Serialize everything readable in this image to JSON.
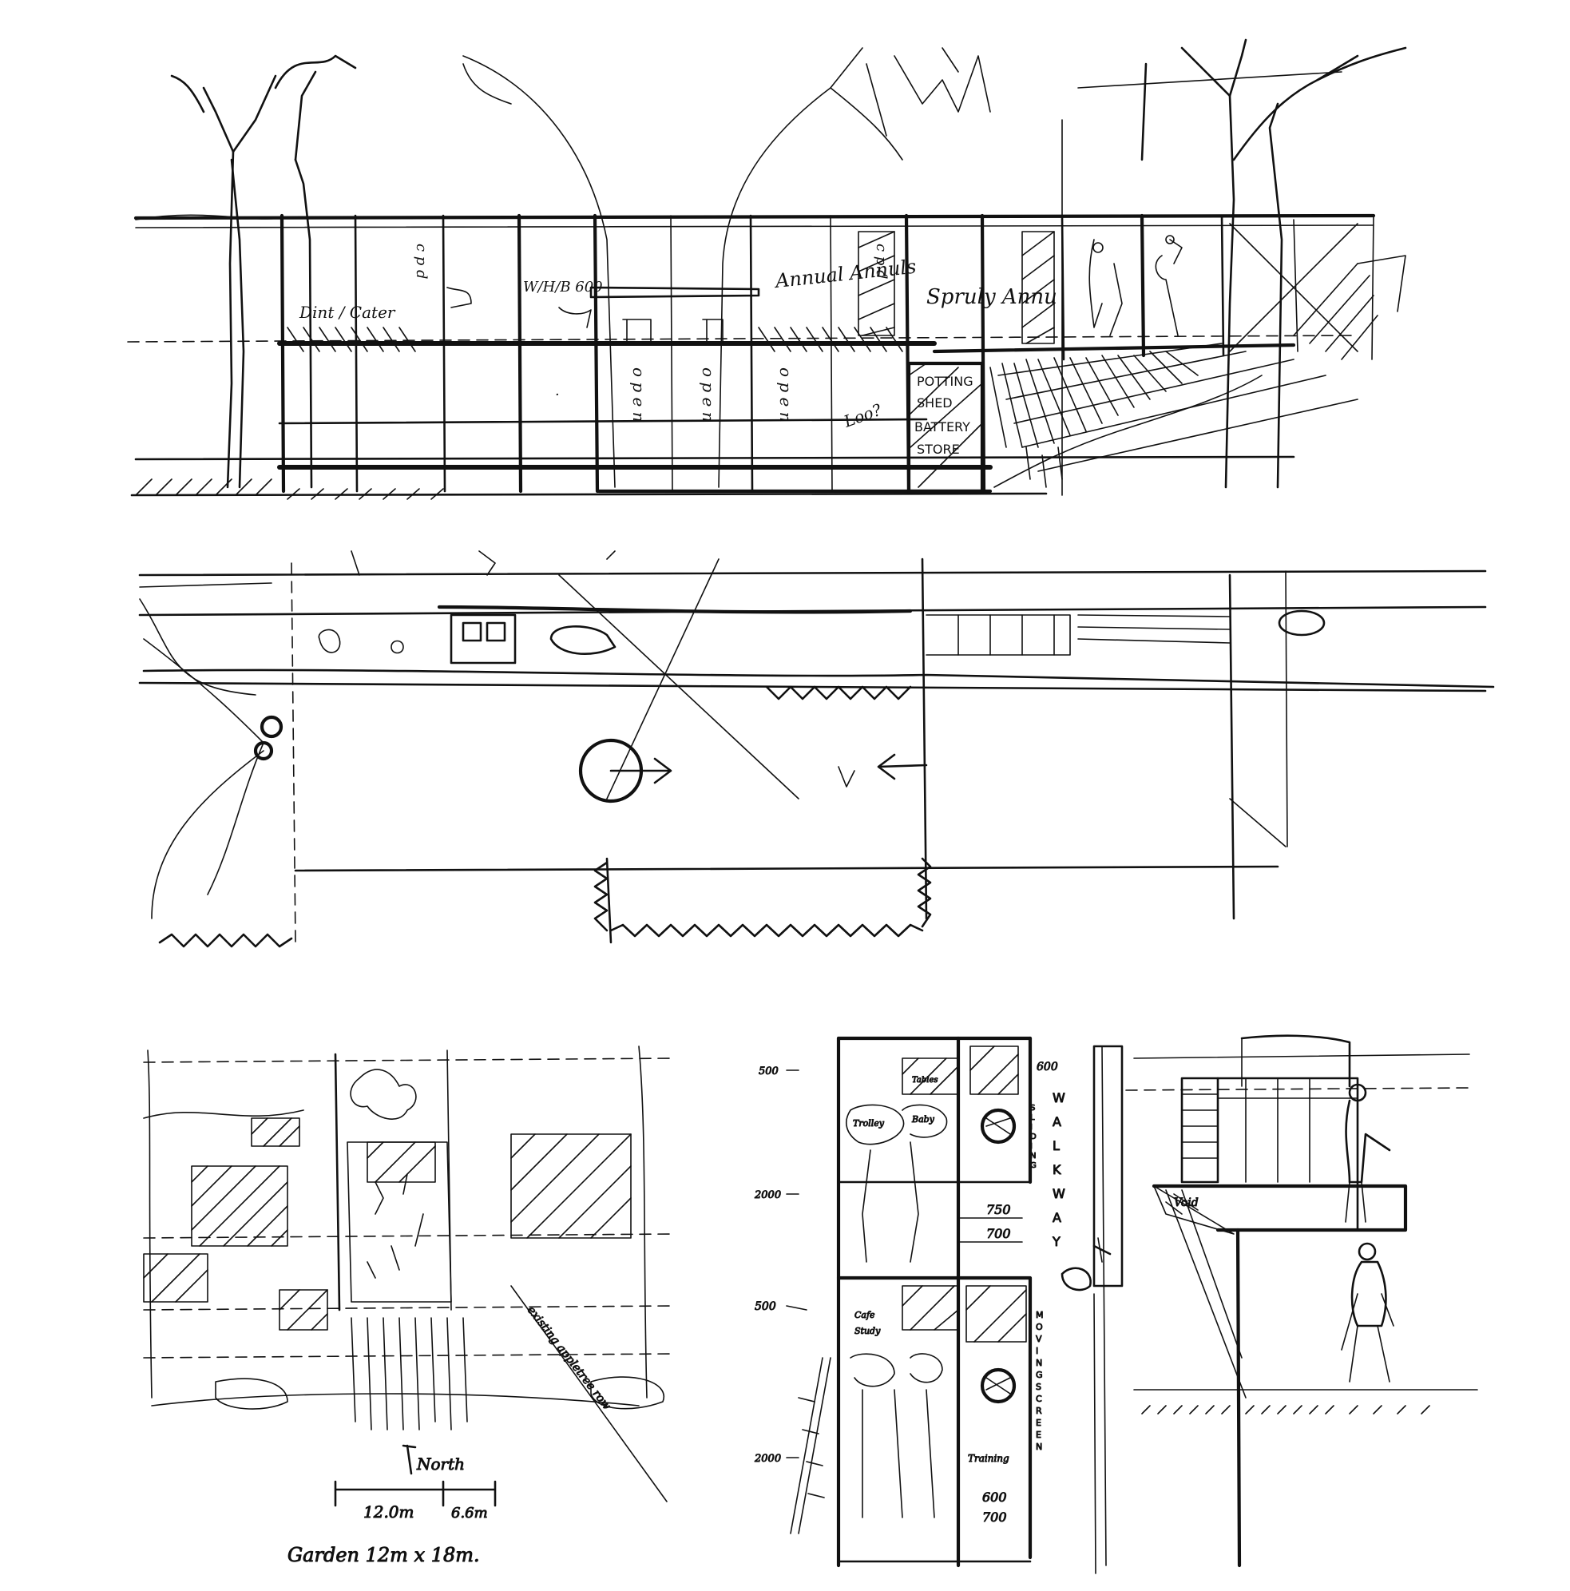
{
  "colors": {
    "ink": "#111111",
    "paper": "#ffffff"
  },
  "section": {
    "labels": {
      "dint_cater": "Dint / Cater",
      "cpd": "c p d",
      "whb": "W/H/B 600",
      "annual_arts": "Annual Annuls",
      "cpd2": "c p d",
      "spring_annu": "Spruly Annu",
      "potting": "POTTING",
      "shed": "SHED",
      "battery": "BATTERY",
      "store": "STORE",
      "open1": "o p e n",
      "open2": "o p e n",
      "open3": "o p e n",
      "loo": "Loo?"
    }
  },
  "site_plan": {
    "north": "North",
    "dim_a": "12.0m",
    "dim_b": "6.6m",
    "caption": "Garden  12m x 18m.",
    "diag_note": "existing appletree row"
  },
  "floor_plan": {
    "dims": {
      "d500_top": "500",
      "d2000": "2000",
      "d500_mid": "500",
      "d2000_low": "2000",
      "d600_top": "600",
      "d750": "750",
      "d700": "700",
      "d600_low": "600",
      "d700_low": "700"
    },
    "walkway": [
      "W",
      "A",
      "L",
      "K",
      "W",
      "A",
      "Y"
    ],
    "screen": [
      "S",
      "L",
      "I",
      "D",
      "I",
      "N",
      "G"
    ],
    "moving_screen": [
      "M",
      "O",
      "V",
      "I",
      "N",
      "G",
      "S",
      "C",
      "R",
      "E",
      "E",
      "N"
    ],
    "room_labels": {
      "r1": "Trolley",
      "r2": "Baby",
      "r3": "Tables",
      "r4": "Cafe",
      "r5": "Study",
      "r6": "Training"
    }
  },
  "small_section": {
    "void": "Void"
  }
}
